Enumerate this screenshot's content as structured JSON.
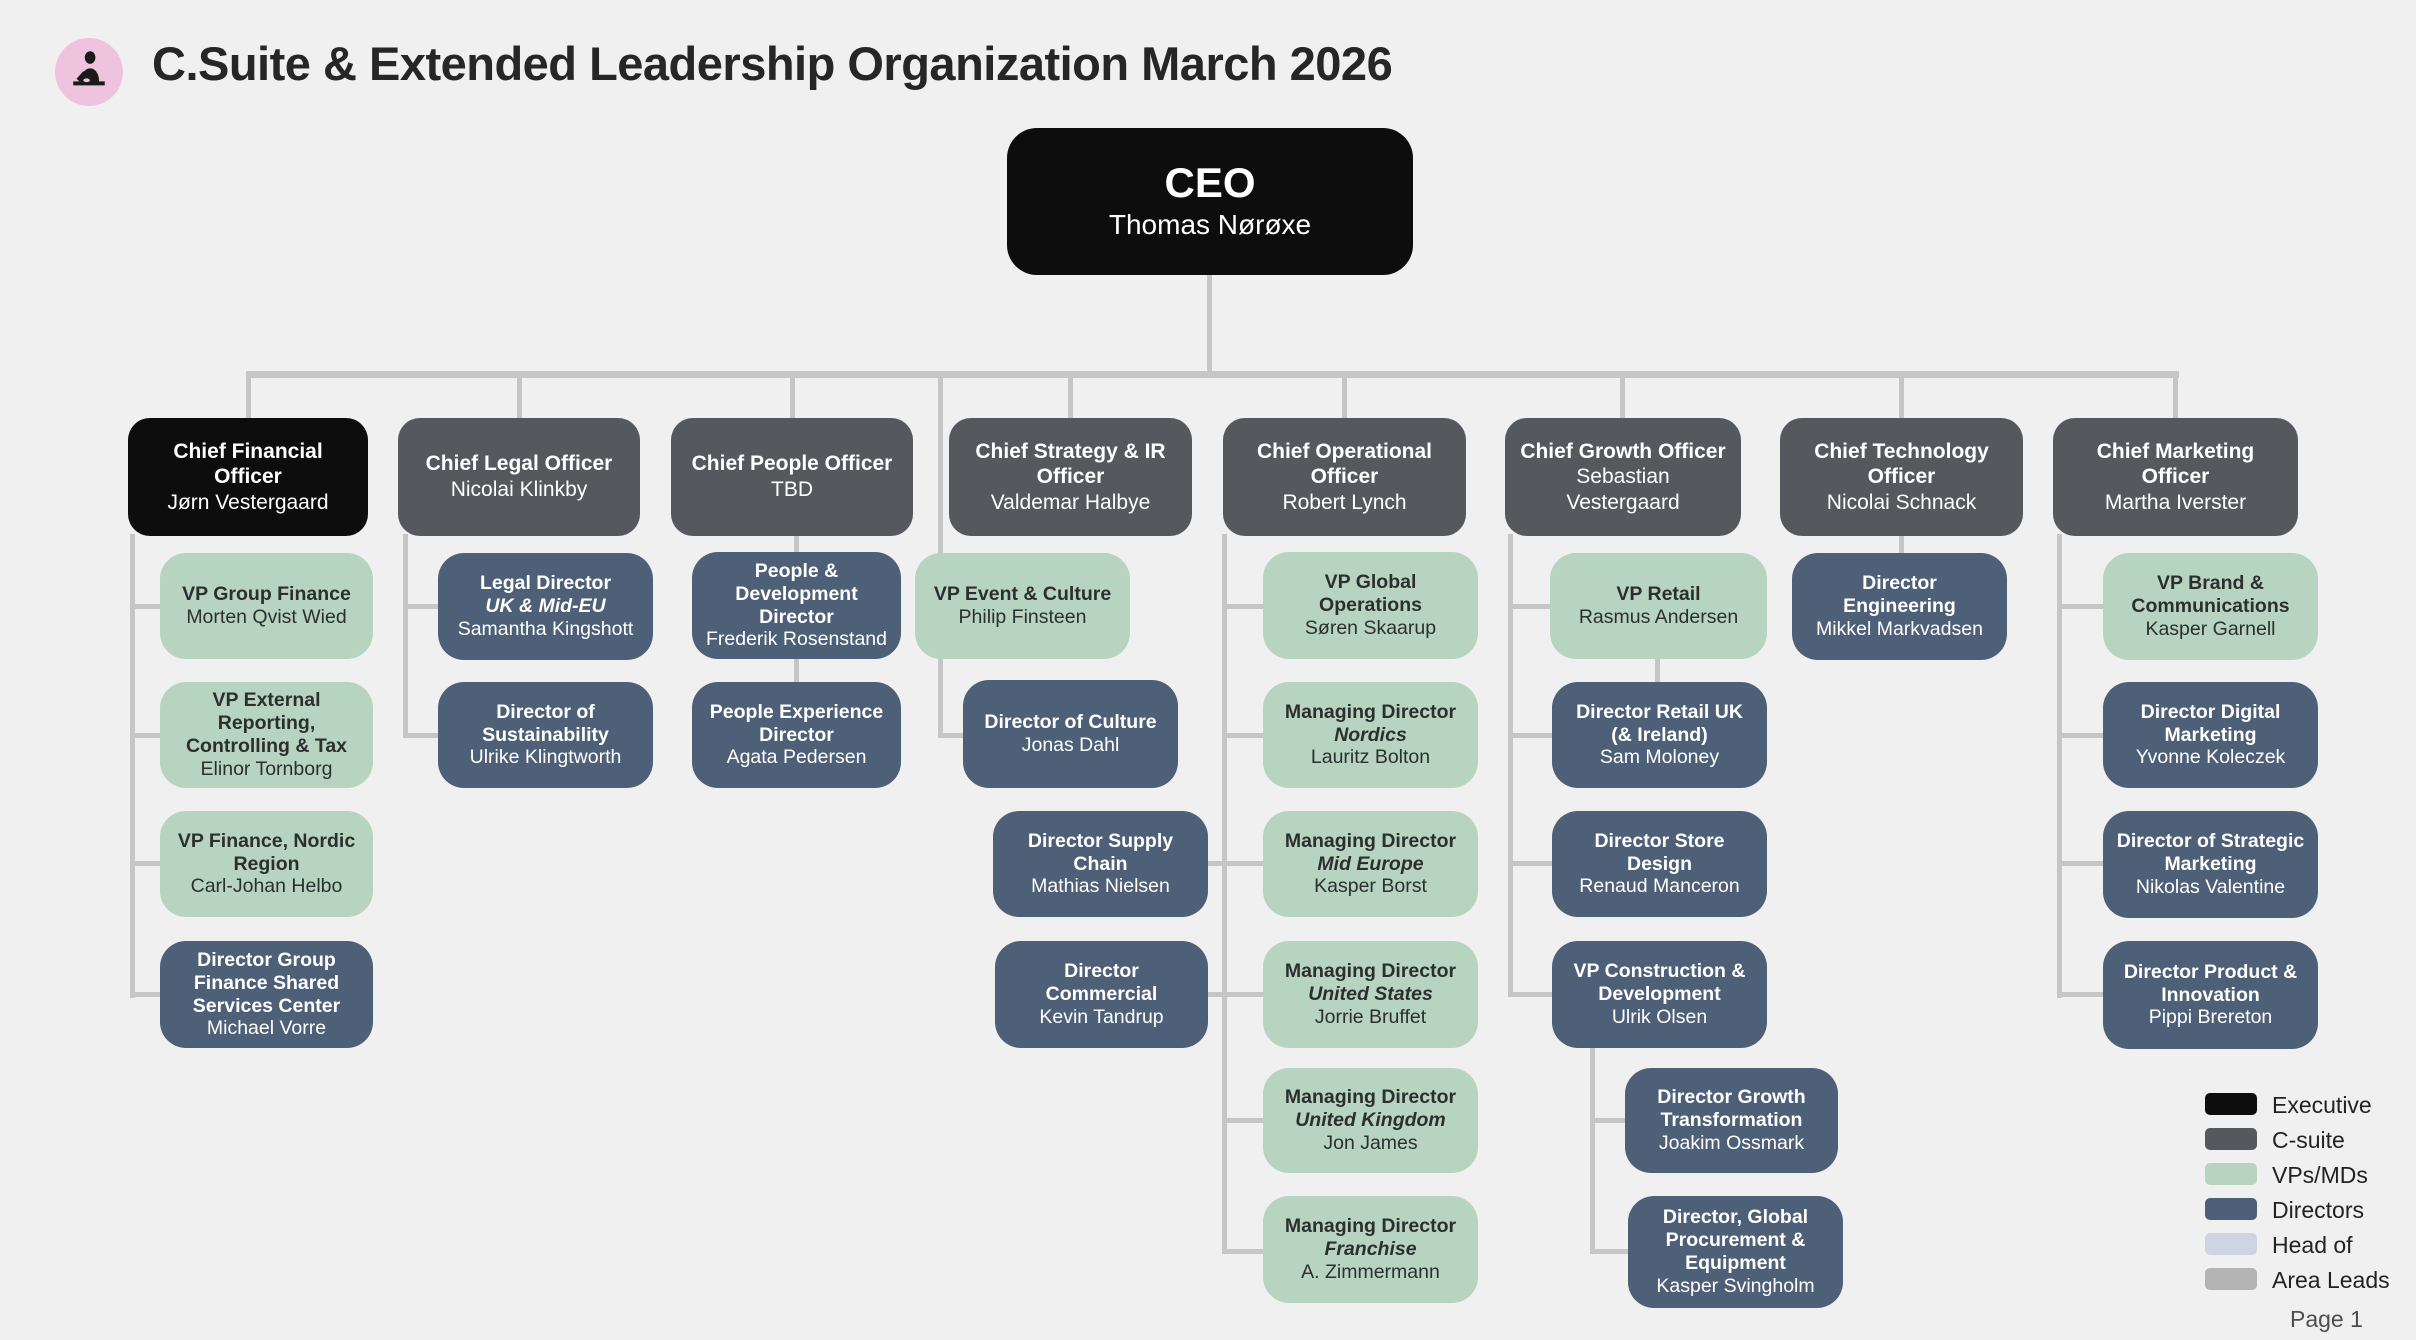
{
  "header": {
    "title": "C.Suite & Extended Leadership Organization March 2026"
  },
  "footer": {
    "page_label": "Page 1"
  },
  "logo": {
    "icon": "person-at-desk-icon",
    "background": "#efc3de"
  },
  "colors": {
    "background": "#f1f0f0",
    "connector": "#c7c6c6",
    "executive": "#0d0d0d",
    "csuite": "#55585c",
    "vps_mds": "#b7d4c0",
    "directors": "#4d6078",
    "head_of": "#ced5e2",
    "area_leads": "#b5b4b4"
  },
  "legend": {
    "items": [
      {
        "label": "Executive",
        "tier": "executive"
      },
      {
        "label": "C-suite",
        "tier": "csuite"
      },
      {
        "label": "VPs/MDs",
        "tier": "vps_mds"
      },
      {
        "label": "Directors",
        "tier": "directors"
      },
      {
        "label": "Head of",
        "tier": "head_of"
      },
      {
        "label": "Area Leads",
        "tier": "area_leads"
      }
    ]
  },
  "chart": {
    "root": {
      "title": "CEO",
      "name": "Thomas Nørøxe",
      "tier": "executive"
    },
    "branches": [
      {
        "title": "Chief Financial Officer",
        "name": "Jørn Vestergaard",
        "tier": "executive",
        "children": [
          {
            "title": "VP Group Finance",
            "name": "Morten Qvist Wied",
            "tier": "vps_mds"
          },
          {
            "title": "VP External Reporting, Controlling & Tax",
            "name": "Elinor Tornborg",
            "tier": "vps_mds"
          },
          {
            "title": "VP Finance, Nordic Region",
            "name": "Carl-Johan Helbo",
            "tier": "vps_mds"
          },
          {
            "title": "Director Group Finance Shared Services Center",
            "name": "Michael Vorre",
            "tier": "directors"
          }
        ]
      },
      {
        "title": "Chief Legal Officer",
        "name": "Nicolai Klinkby",
        "tier": "csuite",
        "children": [
          {
            "title": "Legal Director",
            "region": "UK & Mid-EU",
            "name": "Samantha Kingshott",
            "tier": "directors"
          },
          {
            "title": "Director of Sustainability",
            "name": "Ulrike Klingtworth",
            "tier": "directors"
          }
        ]
      },
      {
        "title": "Chief People Officer",
        "name": "TBD",
        "tier": "csuite",
        "children": [
          {
            "title": "People & Development Director",
            "name": "Frederik Rosenstand",
            "tier": "directors"
          },
          {
            "title": "People Experience Director",
            "name": "Agata Pedersen",
            "tier": "directors"
          }
        ]
      },
      {
        "title": "Chief Strategy & IR Officer",
        "name": "Valdemar Halbye",
        "tier": "csuite",
        "children": [
          {
            "title": "VP Event & Culture",
            "name": "Philip Finsteen",
            "tier": "vps_mds"
          },
          {
            "title": "Director of Culture",
            "name": "Jonas Dahl",
            "tier": "directors"
          }
        ]
      },
      {
        "title": "Chief Operational Officer",
        "name": "Robert Lynch",
        "tier": "csuite",
        "children": [
          {
            "title": "VP Global Operations",
            "name": "Søren Skaarup",
            "tier": "vps_mds"
          },
          {
            "title": "Managing Director",
            "region": "Nordics",
            "name": "Lauritz Bolton",
            "tier": "vps_mds"
          },
          {
            "title": "Director Supply Chain",
            "name": "Mathias Nielsen",
            "tier": "directors"
          },
          {
            "title": "Managing Director",
            "region": "Mid Europe",
            "name": "Kasper Borst",
            "tier": "vps_mds"
          },
          {
            "title": "Director Commercial",
            "name": "Kevin Tandrup",
            "tier": "directors"
          },
          {
            "title": "Managing Director",
            "region": "United States",
            "name": "Jorrie Bruffet",
            "tier": "vps_mds"
          },
          {
            "title": "Managing Director",
            "region": "United Kingdom",
            "name": "Jon James",
            "tier": "vps_mds"
          },
          {
            "title": "Managing Director",
            "region": "Franchise",
            "name": "A. Zimmermann",
            "tier": "vps_mds"
          }
        ]
      },
      {
        "title": "Chief Growth Officer",
        "name": "Sebastian Vestergaard",
        "tier": "csuite",
        "children": [
          {
            "title": "VP Retail",
            "name": "Rasmus Andersen",
            "tier": "vps_mds"
          },
          {
            "title": "Director Retail UK (& Ireland)",
            "name": "Sam Moloney",
            "tier": "directors"
          },
          {
            "title": "Director Store Design",
            "name": "Renaud Manceron",
            "tier": "directors"
          },
          {
            "title": "VP Construction & Development",
            "name": "Ulrik Olsen",
            "tier": "directors"
          },
          {
            "title": "Director Growth Transformation",
            "name": "Joakim Ossmark",
            "tier": "directors"
          },
          {
            "title": "Director, Global Procurement & Equipment",
            "name": "Kasper Svingholm",
            "tier": "directors"
          }
        ]
      },
      {
        "title": "Chief Technology Officer",
        "name": "Nicolai Schnack",
        "tier": "csuite",
        "children": [
          {
            "title": "Director Engineering",
            "name": "Mikkel Markvadsen",
            "tier": "directors"
          }
        ]
      },
      {
        "title": "Chief Marketing Officer",
        "name": "Martha Iverster",
        "tier": "csuite",
        "children": [
          {
            "title": "VP Brand & Communications",
            "name": "Kasper Garnell",
            "tier": "vps_mds"
          },
          {
            "title": "Director Digital Marketing",
            "name": "Yvonne Koleczek",
            "tier": "directors"
          },
          {
            "title": "Director of Strategic Marketing",
            "name": "Nikolas Valentine",
            "tier": "directors"
          },
          {
            "title": "Director Product & Innovation",
            "name": "Pippi Brereton",
            "tier": "directors"
          }
        ]
      }
    ]
  }
}
